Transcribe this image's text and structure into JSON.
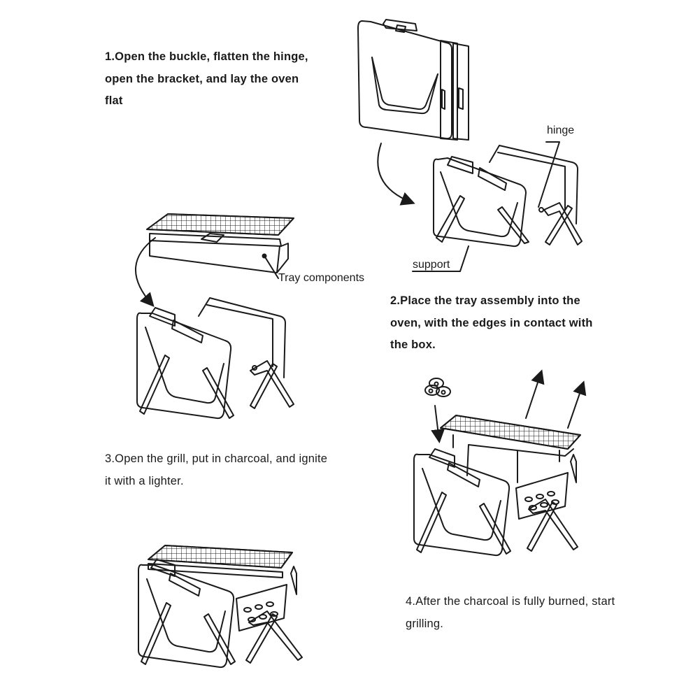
{
  "steps": {
    "s1": "1.Open the buckle, flatten the hinge, open the bracket, and lay the oven flat",
    "s2": "2.Place the tray assembly into the oven, with the edges in contact with the box.",
    "s3": "3.Open the grill, put in charcoal, and ignite it with a lighter.",
    "s4": "4.After the charcoal is fully burned, start grilling."
  },
  "labels": {
    "hinge": "hinge",
    "support": "support",
    "tray": "Tray components"
  },
  "colors": {
    "line": "#1a1a1a",
    "background": "#ffffff"
  }
}
